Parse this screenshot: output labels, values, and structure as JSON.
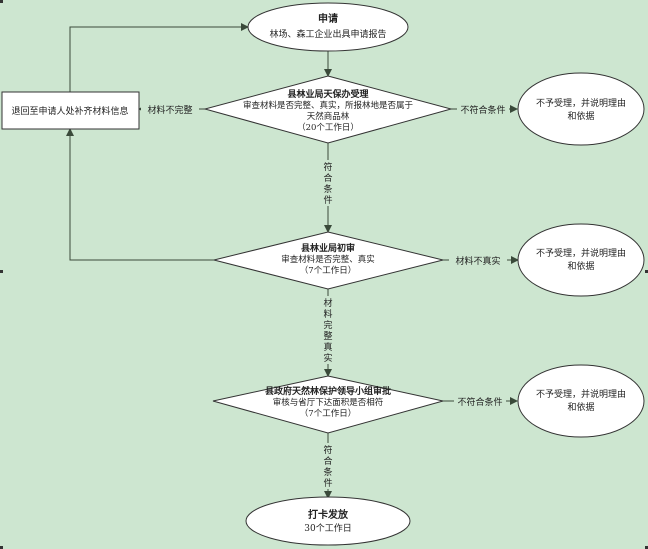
{
  "nodes": {
    "start": {
      "title": "申请",
      "line1": "林场、森工企业出具申请报告"
    },
    "accept": {
      "title": "县林业局天保办受理",
      "line1": "审查材料是否完整、真实，所报林地是否属于",
      "line2": "天然商品林",
      "line3": "（20个工作日）"
    },
    "review": {
      "title": "县林业局初审",
      "line1": "审查材料是否完整、真实",
      "line2": "（7个工作日）"
    },
    "approve": {
      "title": "县政府天然林保护领导小组审批",
      "line1": "审核与省厅下达面积是否相符",
      "line2": "（7个工作日）"
    },
    "end": {
      "title": "打卡发放",
      "line1": "30个工作日"
    },
    "return_box": {
      "text": "退回至申请人处补齐材料信息"
    },
    "reject1": {
      "line1": "不予受理，并说明理由",
      "line2": "和依据"
    },
    "reject2": {
      "line1": "不予受理，并说明理由",
      "line2": "和依据"
    },
    "reject3": {
      "line1": "不予受理，并说明理由",
      "line2": "和依据"
    }
  },
  "labels": {
    "incomplete1": "材料不完整",
    "notmeet1": "不符合条件",
    "meet1": [
      "符",
      "合",
      "条",
      "件"
    ],
    "notreal": "材料不真实",
    "complete_real": [
      "材",
      "料",
      "完",
      "整",
      "真",
      "实"
    ],
    "notmeet2": "不符合条件",
    "meet2": [
      "符",
      "合",
      "条",
      "件"
    ]
  }
}
